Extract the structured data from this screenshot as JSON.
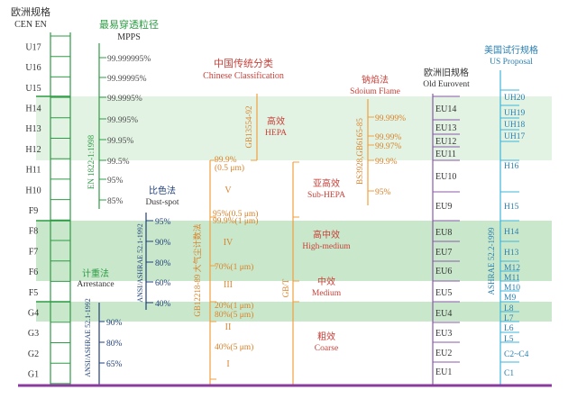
{
  "colors": {
    "band_green_dark": "#c9e8cb",
    "band_green_light": "#e2f3e3",
    "axis_green": "#2e9b45",
    "cen_text": "#333333",
    "mpps_text": "#4a4a4a",
    "dust_navy": "#1f3f7a",
    "arrestance_navy": "#1f3f7a",
    "gb_orange": "#f0a040",
    "gb_text": "#d9822b",
    "red_text": "#c8413a",
    "sodium_orange": "#f0a040",
    "eurovent_purple": "#8a5aa8",
    "us_cyan": "#3db6dc",
    "us_text": "#2a7fb0",
    "bottom_purple": "#8a3b9e"
  },
  "cen": {
    "title_cn": "欧洲规格",
    "title_en": "CEN EN",
    "grades": [
      "U17",
      "U16",
      "U15",
      "H14",
      "H13",
      "H12",
      "H11",
      "H10",
      "F9",
      "F8",
      "F7",
      "F6",
      "F5",
      "G4",
      "G3",
      "G2",
      "G1"
    ],
    "standard_1822": "EN 1822-1:1998"
  },
  "mpps": {
    "title_cn": "最易穿透粒径",
    "title_en": "MPPS",
    "ticks": [
      "99.999995%",
      "99.99995%",
      "99.9995%",
      "99.995%",
      "99.95%",
      "99.5%",
      "95%",
      "85%"
    ]
  },
  "dust_spot": {
    "title_cn": "比色法",
    "title_en": "Dust-spot",
    "standard": "ANSI/ASHRAE 52.1-1992",
    "ticks": [
      "95%",
      "90%",
      "80%",
      "60%",
      "40%"
    ]
  },
  "arrestance": {
    "title_cn": "计重法",
    "title_en": "Arrestance",
    "standard": "ANSI/ASHRAE 52.1-1992",
    "ticks": [
      "90%",
      "80%",
      "65%"
    ]
  },
  "chinese": {
    "title_cn": "中国传统分类",
    "title_en": "Chinese Classification",
    "standard_12218": "GB12218-89 大气尘计数法",
    "standard_13554": "GB13554-92",
    "standard_gbt": "GB/T",
    "levels": [
      "V",
      "IV",
      "III",
      "II",
      "I"
    ],
    "values": [
      "99.9%",
      "(0.5 μm)",
      "95%(0.5 μm)",
      "99.9%(1 μm)",
      "70%(1 μm)",
      "20%(1 μm)",
      "80%(5 μm)",
      "40%(5 μm)"
    ],
    "categories": [
      {
        "cn": "高效",
        "en": "HEPA"
      },
      {
        "cn": "亚高效",
        "en": "Sub-HEPA"
      },
      {
        "cn": "高中效",
        "en": "High-medium"
      },
      {
        "cn": "中效",
        "en": "Medium"
      },
      {
        "cn": "粗效",
        "en": "Coarse"
      }
    ]
  },
  "sodium": {
    "title_cn": "钠焰法",
    "title_en": "Sdoium Flame",
    "standard": "BS3928,GB6165-85",
    "ticks": [
      "99.999%",
      "99.99%",
      "99.97%",
      "99.9%",
      "95%"
    ]
  },
  "eurovent": {
    "title_cn": "欧洲旧规格",
    "title_en": "Old Eurovent",
    "grades": [
      "EU14",
      "EU13",
      "EU12",
      "EU11",
      "EU10",
      "EU9",
      "EU8",
      "EU7",
      "EU6",
      "EU5",
      "EU4",
      "EU3",
      "EU2",
      "EU1"
    ]
  },
  "us": {
    "title_cn": "美国试行规格",
    "title_en": "US Proposal",
    "standard": "ASHRAE 52.2-1999",
    "grades": [
      "UH20",
      "UH19",
      "UH18",
      "UH17",
      "H16",
      "H15",
      "H14",
      "H13",
      "M12",
      "M11",
      "M10",
      "M9",
      "L8",
      "L7",
      "L6",
      "L5",
      "C2~C4",
      "C1"
    ]
  }
}
